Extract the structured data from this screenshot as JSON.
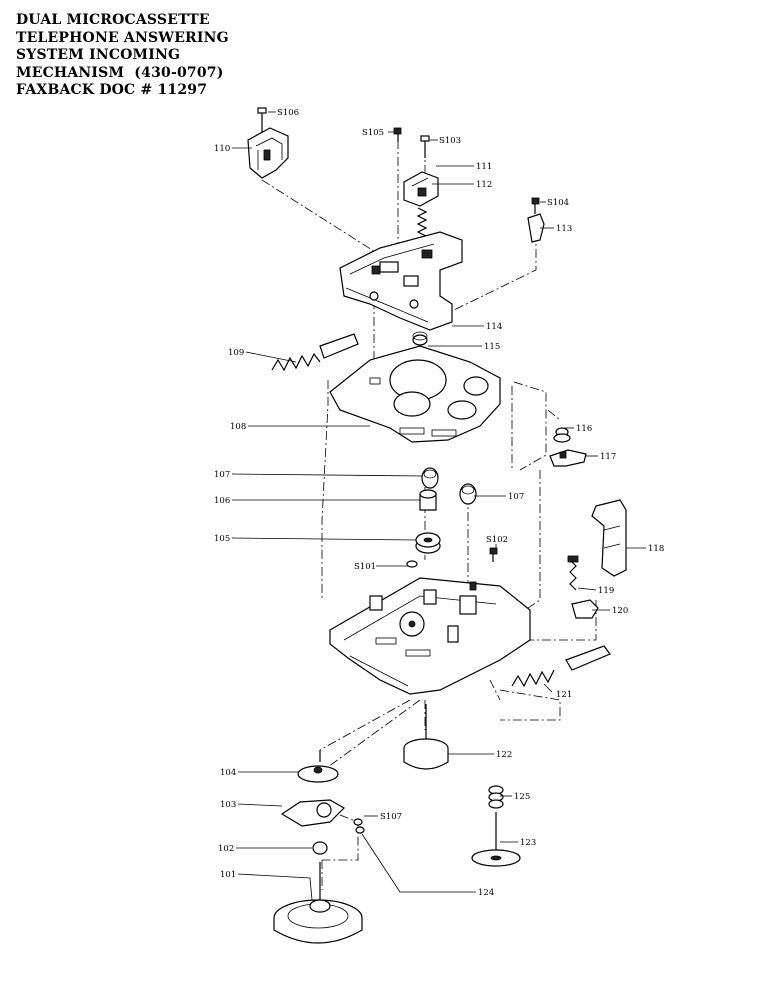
{
  "document": {
    "title_lines": [
      "DUAL MICROCASSETTE",
      "TELEPHONE ANSWERING",
      "SYSTEM INCOMING",
      "MECHANISM  (430-0707)",
      "FAXBACK DOC # 11297"
    ]
  },
  "diagram": {
    "part_labels": {
      "s106": "S106",
      "p110": "110",
      "s105": "S105",
      "s103": "S103",
      "p111": "111",
      "p112": "112",
      "s104": "S104",
      "p113": "113",
      "p114": "114",
      "p115": "115",
      "p109": "109",
      "p108": "108",
      "p116": "116",
      "p117": "117",
      "p107a": "107",
      "p107b": "107",
      "p106": "106",
      "p105": "105",
      "s102": "S102",
      "s101": "S101",
      "p118": "118",
      "p119": "119",
      "p120": "120",
      "p121": "121",
      "p122": "122",
      "p104": "104",
      "p125": "125",
      "p103": "103",
      "s107": "S107",
      "p123": "123",
      "p102": "102",
      "p101": "101",
      "p124": "124"
    }
  }
}
